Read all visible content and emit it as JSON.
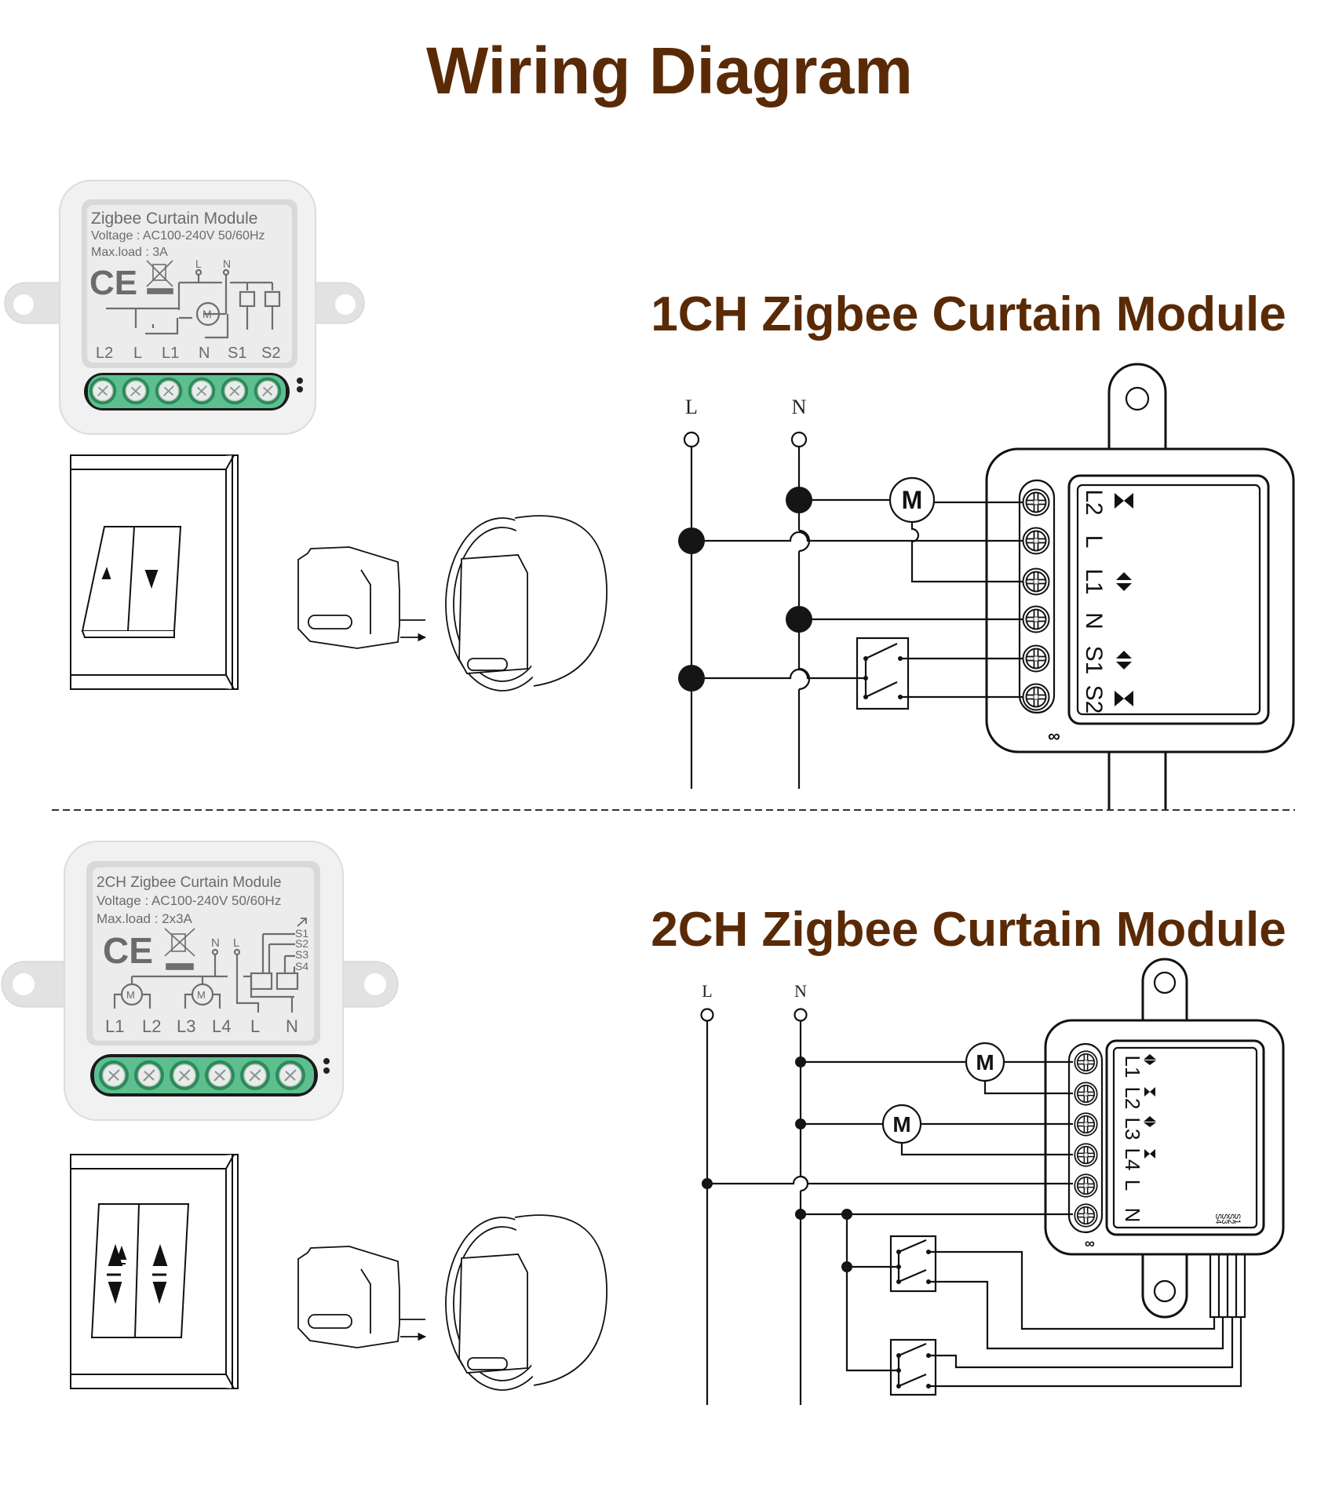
{
  "page": {
    "title": "Wiring Diagram",
    "title_color": "#5a2a06"
  },
  "sections": [
    {
      "id": "1ch",
      "heading": "1CH Zigbee Curtain Module",
      "product": {
        "name": "Zigbee Curtain Module",
        "voltage": "Voltage : AC100-240V 50/60Hz",
        "max_load": "Max.load : 3A",
        "ce_mark": "CE",
        "supply_labels": [
          "L",
          "N"
        ],
        "motor_symbol": "M",
        "terminals": [
          "L2",
          "L",
          "L1",
          "N",
          "S1",
          "S2"
        ],
        "terminal_color": "#5dbf8f"
      },
      "wall_switch": {
        "buttons": [
          "up-arrow",
          "down-arrow"
        ]
      },
      "schematic": {
        "supply_labels": [
          "L",
          "N"
        ],
        "motor_label": "M",
        "terminals": [
          "L2",
          "L",
          "L1",
          "N",
          "S1",
          "S2"
        ],
        "footer_mark": "∞"
      }
    },
    {
      "id": "2ch",
      "heading": "2CH Zigbee Curtain Module",
      "product": {
        "name": "2CH Zigbee Curtain Module",
        "voltage": "Voltage : AC100-240V 50/60Hz",
        "max_load": "Max.load : 2x3A",
        "ce_mark": "CE",
        "supply_labels": [
          "N",
          "L"
        ],
        "motor_symbol": "M",
        "switch_inputs": [
          "S1",
          "S2",
          "S3",
          "S4"
        ],
        "terminals": [
          "L1",
          "L2",
          "L3",
          "L4",
          "L",
          "N"
        ],
        "terminal_color": "#5dbf8f"
      },
      "wall_switch": {
        "buttons": [
          "up-down-arrows",
          "up-down-arrows"
        ]
      },
      "schematic": {
        "supply_labels": [
          "L",
          "N"
        ],
        "motor_label": "M",
        "terminals": [
          "L1",
          "L2",
          "L3",
          "L4",
          "L",
          "N"
        ],
        "switch_inputs": [
          "S1",
          "S2",
          "S3",
          "S4"
        ],
        "footer_mark": "∞"
      }
    }
  ]
}
